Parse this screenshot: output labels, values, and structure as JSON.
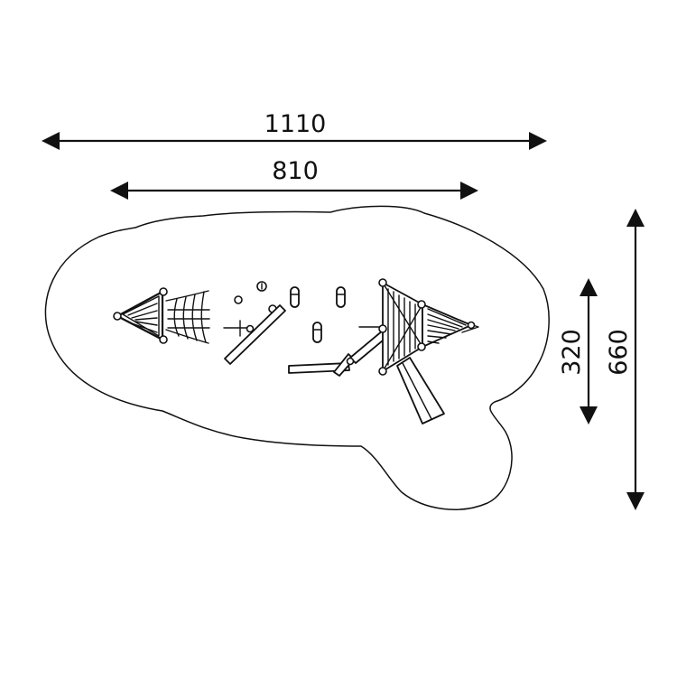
{
  "dimensions": {
    "overall_length": "1110",
    "equipment_length": "810",
    "equipment_width": "320",
    "overall_width": "660"
  }
}
